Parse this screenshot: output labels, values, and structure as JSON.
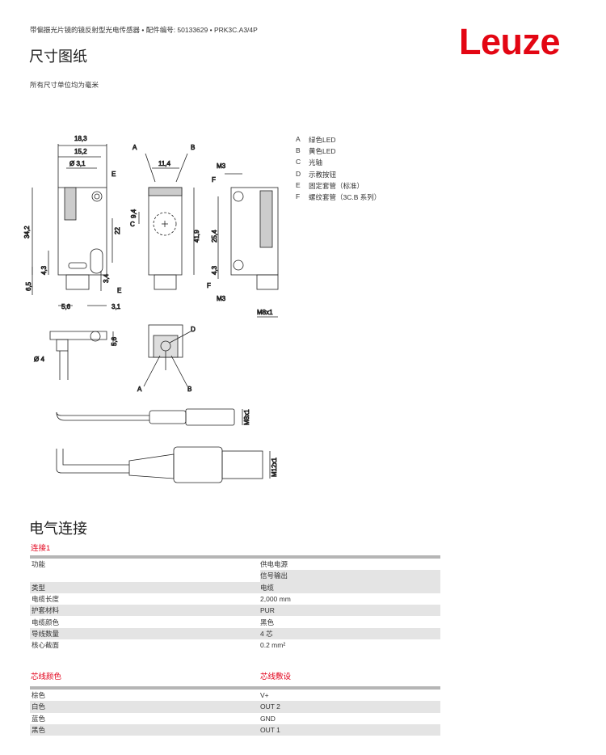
{
  "header": {
    "subtitle": "带偏振光片镜的镜反射型光电传感器 • 配件编号: 50133629 • PRK3C.A3/4P",
    "logo": "Leuze",
    "accent": "#e2001a"
  },
  "dimensions": {
    "title": "尺寸图纸",
    "unit_note": "所有尺寸单位均为毫米",
    "labels": {
      "d18_3": "18,3",
      "d15_2": "15,2",
      "d3_1a": "Ø 3,1",
      "d11_4": "11,4",
      "m3a": "M3",
      "d34_2": "34,2",
      "d22": "22",
      "d9_4": "9,4",
      "d41_9": "41,9",
      "d25_4": "25,4",
      "d4_3a": "4,3",
      "d6_5": "6,5",
      "d3_4": "3,4",
      "d5_6a": "5,6",
      "d3_1b": "3,1",
      "d4_3b": "4,3",
      "m3b": "M3",
      "m8x1a": "M8x1",
      "d4": "Ø 4",
      "d5_6b": "5,6",
      "m8x1b": "M8x1",
      "m12x1": "M12x1",
      "A": "A",
      "B": "B",
      "C": "C",
      "D": "D",
      "E": "E",
      "F": "F"
    },
    "legend": [
      {
        "key": "A",
        "text": "绿色LED"
      },
      {
        "key": "B",
        "text": "黄色LED"
      },
      {
        "key": "C",
        "text": "光轴"
      },
      {
        "key": "D",
        "text": "示教按钮"
      },
      {
        "key": "E",
        "text": "固定套管（标准）"
      },
      {
        "key": "F",
        "text": "螺纹套管（3C.B 系列）"
      }
    ]
  },
  "electrical": {
    "title": "电气连接",
    "connection_label": "连接1",
    "rows": [
      {
        "label": "功能",
        "value": "供电电源"
      },
      {
        "label": "",
        "value": "信号输出"
      },
      {
        "label": "类型",
        "value": "电缆"
      },
      {
        "label": "电缆长度",
        "value": "2,000 mm"
      },
      {
        "label": "护套材料",
        "value": "PUR"
      },
      {
        "label": "电缆颜色",
        "value": "黑色"
      },
      {
        "label": "导线数量",
        "value": "4 芯"
      },
      {
        "label": "核心截面",
        "value": "0.2 mm²"
      }
    ],
    "wire_header": {
      "color": "芯线颜色",
      "assignment": "芯线敷设"
    },
    "wires": [
      {
        "color": "棕色",
        "assignment": "V+"
      },
      {
        "color": "白色",
        "assignment": "OUT 2"
      },
      {
        "color": "蓝色",
        "assignment": "GND"
      },
      {
        "color": "黑色",
        "assignment": "OUT 1"
      }
    ]
  }
}
